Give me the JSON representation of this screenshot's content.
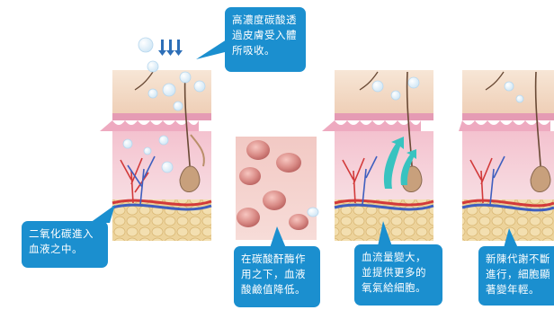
{
  "callouts": {
    "top": "高濃度碳酸透\n過皮膚受入體\n所吸收。",
    "left": "二氧化碳進入\n血液之中。",
    "middle": "在碳酸酐酶作\n用之下，血液\n酸鹼值降低。",
    "third": "血流量變大，\n並提供更多的\n氧氣給細胞。",
    "fourth": "新陳代謝不斷\n進行，細胞顯\n著變年輕。"
  },
  "colors": {
    "callout_bg": "#1b8fcf",
    "skin_top": "#f3d9c2",
    "epidermis": "#e8a7bd",
    "dermis": "#f6d3d9",
    "fat": "#e8c98a",
    "vessel_red": "#d23a3a",
    "vessel_blue": "#3f5fbf",
    "arrow_teal": "#38c3c0"
  },
  "icons": [
    "down-arrows-icon",
    "co2-bubble-icon",
    "blood-cell-icon",
    "hair-icon",
    "circulation-arrow-icon"
  ]
}
